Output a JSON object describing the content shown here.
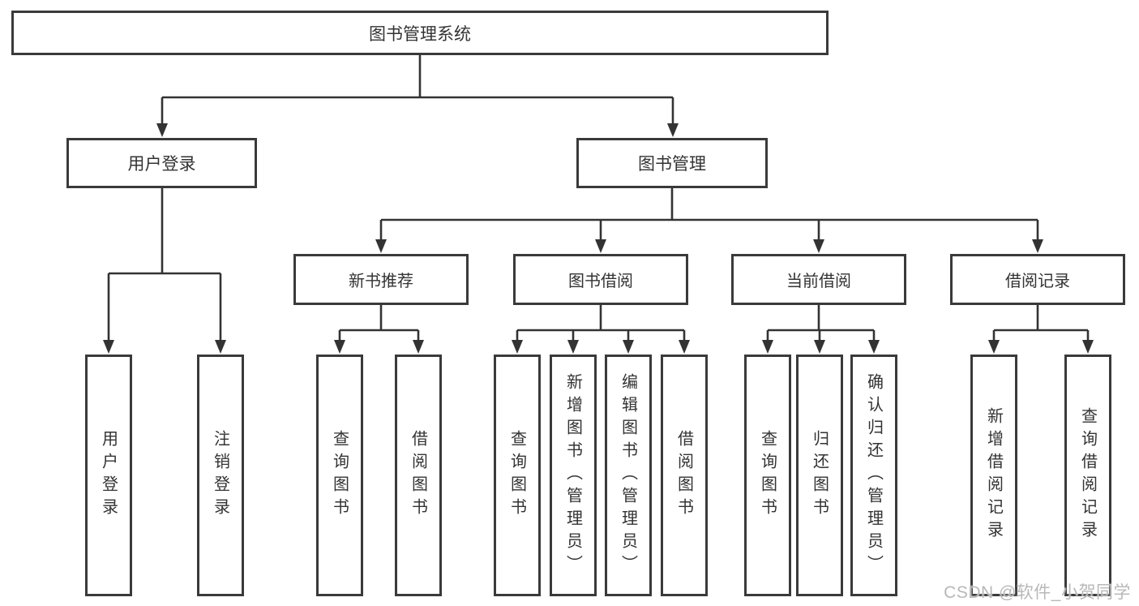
{
  "nodes": {
    "root": {
      "label": "图书管理系统"
    },
    "level2": [
      {
        "label": "用户登录"
      },
      {
        "label": "图书管理"
      }
    ],
    "level3": [
      {
        "label": "新书推荐",
        "parent": "图书管理"
      },
      {
        "label": "图书借阅",
        "parent": "图书管理"
      },
      {
        "label": "当前借阅",
        "parent": "图书管理"
      },
      {
        "label": "借阅记录",
        "parent": "图书管理"
      }
    ],
    "leaves": [
      {
        "label": "用户登录",
        "parent": "用户登录"
      },
      {
        "label": "注销登录",
        "parent": "用户登录"
      },
      {
        "label": "查询图书",
        "parent": "新书推荐"
      },
      {
        "label": "借阅图书",
        "parent": "新书推荐"
      },
      {
        "label": "查询图书",
        "parent": "图书借阅"
      },
      {
        "label": "新增图书（管理员）",
        "parent": "图书借阅"
      },
      {
        "label": "编辑图书（管理员）",
        "parent": "图书借阅"
      },
      {
        "label": "借阅图书",
        "parent": "图书借阅"
      },
      {
        "label": "查询图书",
        "parent": "当前借阅"
      },
      {
        "label": "归还图书",
        "parent": "当前借阅"
      },
      {
        "label": "确认归还（管理员）",
        "parent": "当前借阅"
      },
      {
        "label": "新增借阅记录",
        "parent": "借阅记录"
      },
      {
        "label": "查询借阅记录",
        "parent": "借阅记录"
      }
    ]
  },
  "watermark": "CSDN @软件_小贺同学",
  "colors": {
    "line": "#333333",
    "box_border": "#3a3a3a",
    "text": "#333333",
    "watermark": "#b8b8b8",
    "background": "#ffffff"
  }
}
